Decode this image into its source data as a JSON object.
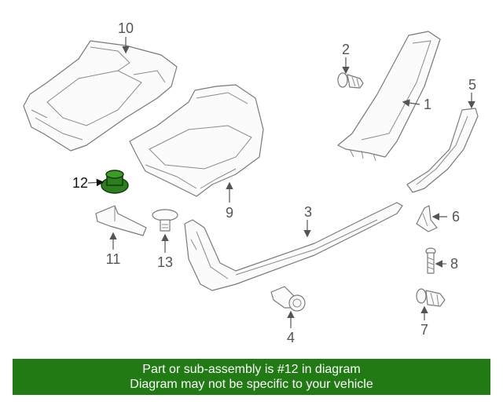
{
  "diagram": {
    "callouts": [
      "10",
      "2",
      "1",
      "5",
      "9",
      "12",
      "3",
      "6",
      "11",
      "13",
      "8",
      "4",
      "7"
    ],
    "highlight_part": "12",
    "highlight_color": "#2e7d1e"
  },
  "banner": {
    "line1": "Part or sub-assembly is #12 in diagram",
    "line2": "Diagram may not be specific to your vehicle",
    "background": "#217a14"
  }
}
